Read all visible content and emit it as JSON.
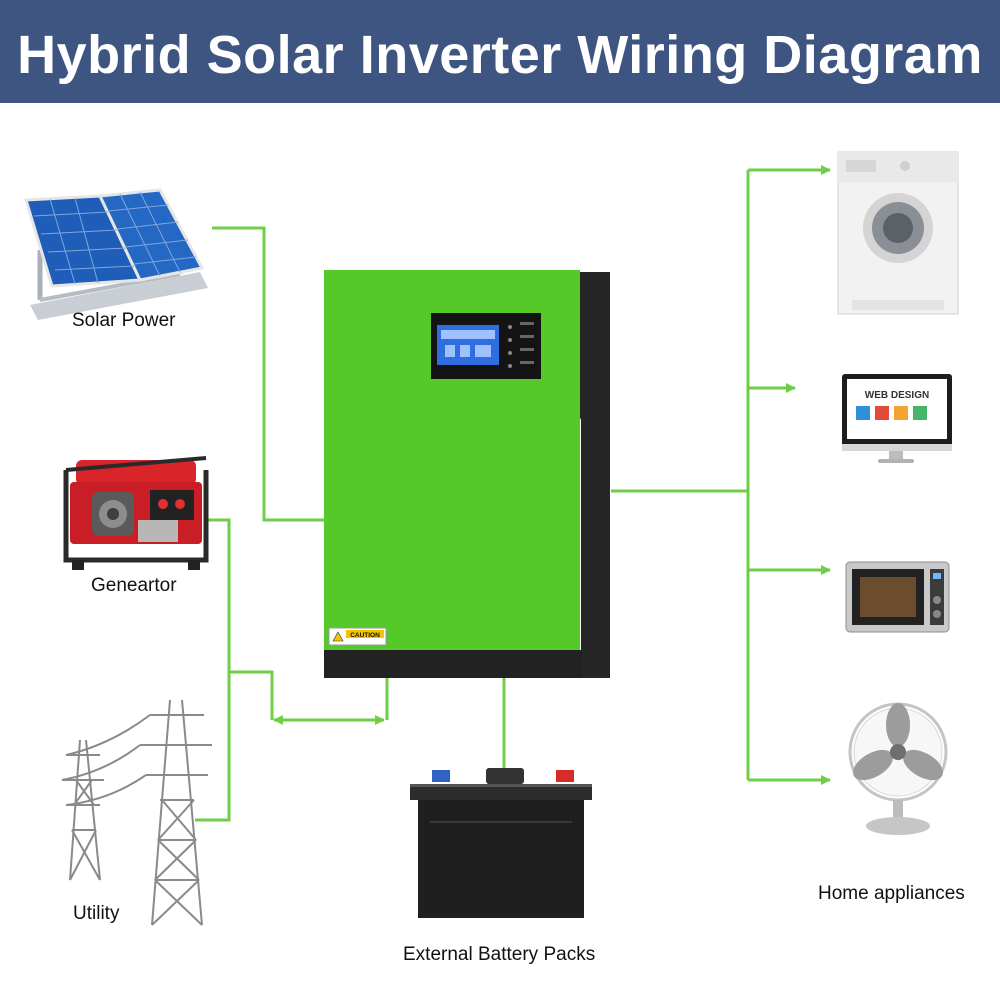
{
  "title": "Hybrid Solar Inverter Wiring Diagram",
  "labels": {
    "solar": "Solar Power",
    "generator": "Geneartor",
    "utility": "Utility",
    "battery": "External Battery Packs",
    "appliances": "Home appliances"
  },
  "screens": {
    "monitor": "WEB DESIGN",
    "caution": "CAUTION"
  },
  "colors": {
    "header": "#3f5581",
    "wire": "#6fce45",
    "inverter_green": "#55c92a",
    "inverter_dark": "#222222"
  }
}
